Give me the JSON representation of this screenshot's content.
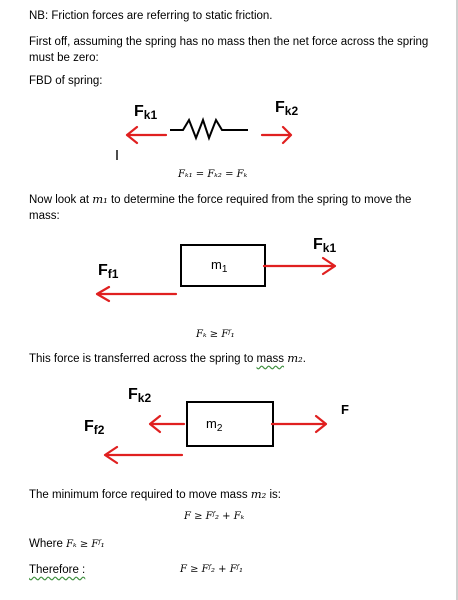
{
  "doc": {
    "nb": "NB: Friction forces are referring to static friction.",
    "p1": "First off, assuming the spring has no mass then the net force across the spring must be zero:",
    "fbd_title": "FBD of spring:",
    "eq1": "Fₖ₁ = Fₖ₂ = Fₖ",
    "p2_a": "Now look at ",
    "p2_m": "m₁",
    "p2_b": " to determine the force required from the spring to move the mass:",
    "eq2": "Fₖ ≥ Fᶠ₁",
    "p3_a": "This force is transferred across the spring to ",
    "p3_mass": "mass",
    "p3_m": "m₂",
    "p3_end": ".",
    "p4_a": "The minimum force required to move mass ",
    "p4_m": "m₂",
    "p4_b": " is:",
    "eq3": "F ≥ Fᶠ₂ + Fₖ",
    "where_a": "Where ",
    "where_eq": "Fₖ ≥ Fᶠ₁",
    "therefore": "Therefore :",
    "eq4": "F ≥ Fᶠ₂ + Fᶠ₁"
  },
  "fig1": {
    "fk1_main": "F",
    "fk1_sub": "k1",
    "fk2_main": "F",
    "fk2_sub": "k2"
  },
  "fig2": {
    "ff1_main": "F",
    "ff1_sub": "f1",
    "fk1_main": "F",
    "fk1_sub": "k1",
    "mass_main": "m",
    "mass_sub": "1"
  },
  "fig3": {
    "fk2_main": "F",
    "fk2_sub": "k2",
    "ff2_main": "F",
    "ff2_sub": "f2",
    "f_label": "F",
    "mass_main": "m",
    "mass_sub": "2"
  },
  "colors": {
    "arrow": "#e02020",
    "text": "#000000",
    "box": "#000000"
  }
}
